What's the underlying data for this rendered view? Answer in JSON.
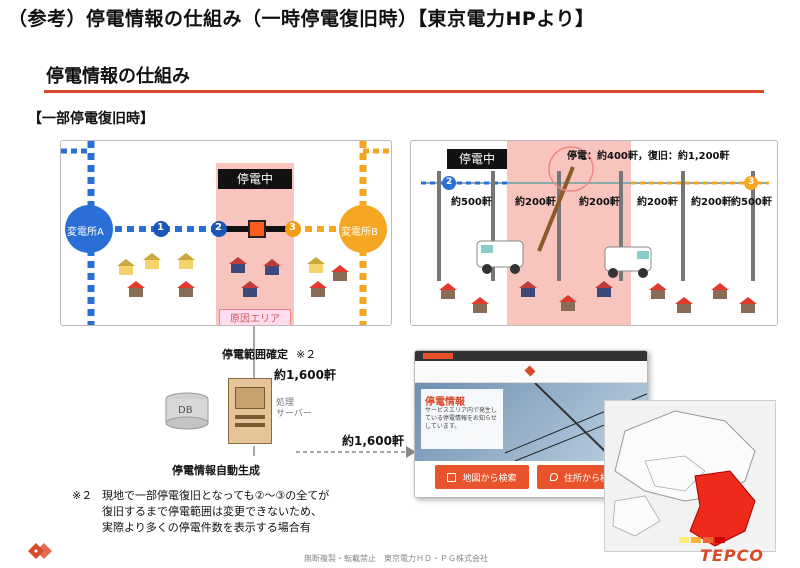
{
  "header": {
    "page_title": "（参考）停電情報の仕組み（一時停電復旧時）【東京電力HPより】",
    "section_title": "停電情報の仕組み",
    "subsection_title": "【一部停電復旧時】"
  },
  "diagram_left": {
    "substation_a": "変電所A",
    "substation_b": "変電所B",
    "outage_label": "停電中",
    "cause_area": "原因エリア",
    "nodes": [
      "1",
      "2",
      "3"
    ]
  },
  "diagram_right": {
    "outage_label": "停電中",
    "summary": "停電：約400軒，復旧：約1,200軒",
    "segments": [
      "約500軒",
      "約200軒",
      "約200軒",
      "約200軒",
      "約200軒",
      "約500軒"
    ],
    "nodes": [
      "2",
      "3"
    ]
  },
  "flow": {
    "range_confirm": "停電範囲確定",
    "note_ref": "※２",
    "count1": "約1,600軒",
    "server_label": "処理\nサーバー",
    "db_label": "DB",
    "auto_generate": "停電情報自動生成",
    "count2": "約1,600軒"
  },
  "footnote": {
    "marker": "※２",
    "lines": [
      "現地で一部停電復旧となっても②～③の全てが",
      "復旧するまで停電範囲は変更できないため、",
      "実際より多くの停電件数を表示する場合有"
    ]
  },
  "website": {
    "hero_title": "停電情報",
    "hero_body": "サービスエリア内で発生している停電情報をお知らせしています。",
    "search_area": "地図から検索",
    "search_address": "住所から検索"
  },
  "footer": {
    "copyright": "無断複製・転載禁止　東京電力ＨＤ・ＰＧ株式会社",
    "brand": "TEPCO"
  },
  "colors": {
    "accent_red": "#d84a2a",
    "outage_pink": "#f7c5bd",
    "line_blue": "#2a6fd6",
    "line_orange": "#f5a623"
  }
}
